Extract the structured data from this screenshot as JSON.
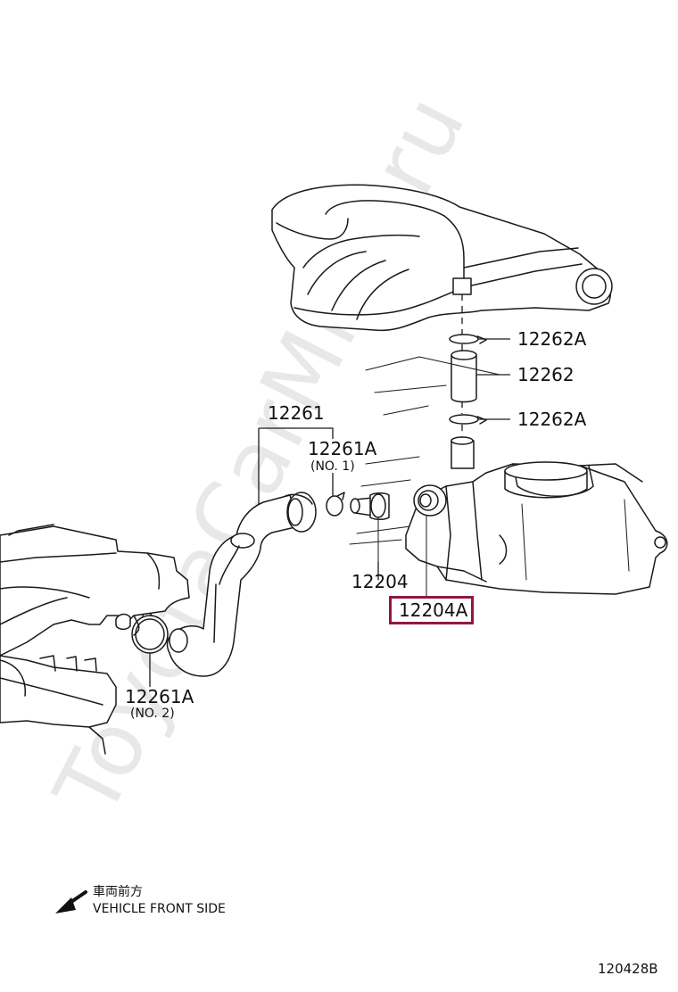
{
  "watermark": "ToyotaCarMine.ru",
  "callouts": {
    "c12262A_top": "12262A",
    "c12262": "12262",
    "c12262A_bottom": "12262A",
    "c12261": "12261",
    "c12261A_no1": "12261A",
    "c12261A_no1_sub": "(NO. 1)",
    "c12204": "12204",
    "c12204A": "12204A",
    "c12261A_no2": "12261A",
    "c12261A_no2_sub": "(NO. 2)"
  },
  "highlight_color": "#8e1a3c",
  "vehicle_front": {
    "japanese": "車両前方",
    "english": "VEHICLE FRONT SIDE",
    "icon": "arrow-icon"
  },
  "reference_code": "120428B"
}
